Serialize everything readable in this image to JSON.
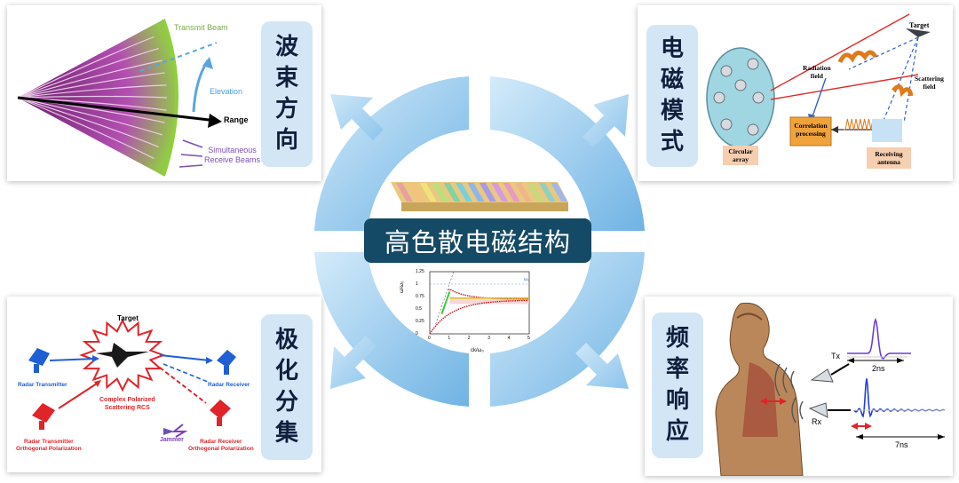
{
  "center": {
    "title": "高色散电磁结构",
    "plot": {
      "yticks": [
        "1.25",
        "1",
        "0.75",
        "0.5",
        "0.25",
        "0"
      ],
      "xticks": [
        "0",
        "1",
        "2",
        "3",
        "4",
        "5"
      ],
      "ylabel": "ω/ω₀",
      "xlabel": "ck/ω₀",
      "legend": "ω₀"
    }
  },
  "beam_panel": {
    "heading": [
      "波",
      "束",
      "方",
      "向"
    ],
    "labels": {
      "transmit": "Transmit Beam",
      "elevation": "Elevation",
      "range": "Range",
      "receive_line1": "Simultaneous",
      "receive_line2": "Receive Beams"
    }
  },
  "em_panel": {
    "heading": [
      "电",
      "磁",
      "模",
      "式"
    ],
    "labels": {
      "target": "Target",
      "radiation1": "Radiation",
      "radiation2": "field",
      "scattering1": "Scattering",
      "scattering2": "field",
      "correlation1": "Correlation",
      "correlation2": "processing",
      "circular1": "Circular",
      "circular2": "array",
      "receiving1": "Receiving",
      "receiving2": "antenna"
    }
  },
  "pol_panel": {
    "heading": [
      "极",
      "化",
      "分",
      "集"
    ],
    "labels": {
      "target": "Target",
      "radar_tx": "Radar Transmitter",
      "radar_rx": "Radar Receiver",
      "complex1": "Complex Polarized",
      "complex2": "Scattering RCS",
      "jammer": "Jammer",
      "tx_orth1": "Radar Transmitter",
      "tx_orth2": "Orthogonal Polarization",
      "rx_orth1": "Radar Receiver",
      "rx_orth2": "Orthogonal Polarization"
    }
  },
  "freq_panel": {
    "heading": [
      "频",
      "率",
      "响",
      "应"
    ],
    "labels": {
      "tx": "Tx",
      "rx": "Rx",
      "pulse_tx": "2ns",
      "pulse_rx": "7ns"
    }
  }
}
